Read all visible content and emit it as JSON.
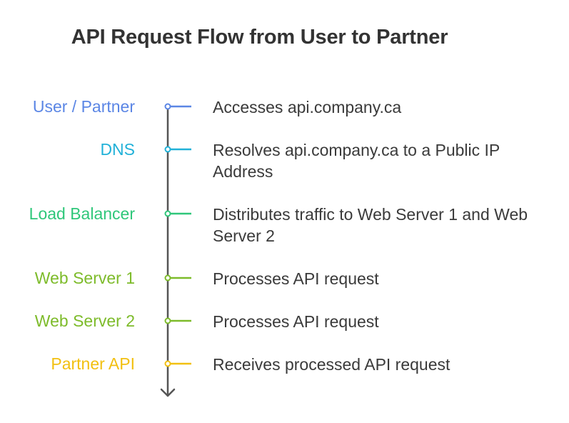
{
  "title": "API Request Flow from User to Partner",
  "steps": [
    {
      "label": "User / Partner",
      "description": "Accesses api.company.ca",
      "color": "#5b86e5"
    },
    {
      "label": "DNS",
      "description": "Resolves api.company.ca to a Public IP Address",
      "color": "#21b1d8"
    },
    {
      "label": "Load Balancer",
      "description": "Distributes traffic to Web Server 1 and Web Server 2",
      "color": "#2fc77a"
    },
    {
      "label": "Web Server 1",
      "description": "Processes API request",
      "color": "#7dbb2a"
    },
    {
      "label": "Web Server 2",
      "description": "Processes API request",
      "color": "#7dbb2a"
    },
    {
      "label": "Partner API",
      "description": "Receives processed API request",
      "color": "#f2c011"
    }
  ],
  "timeline_color": "#555555"
}
